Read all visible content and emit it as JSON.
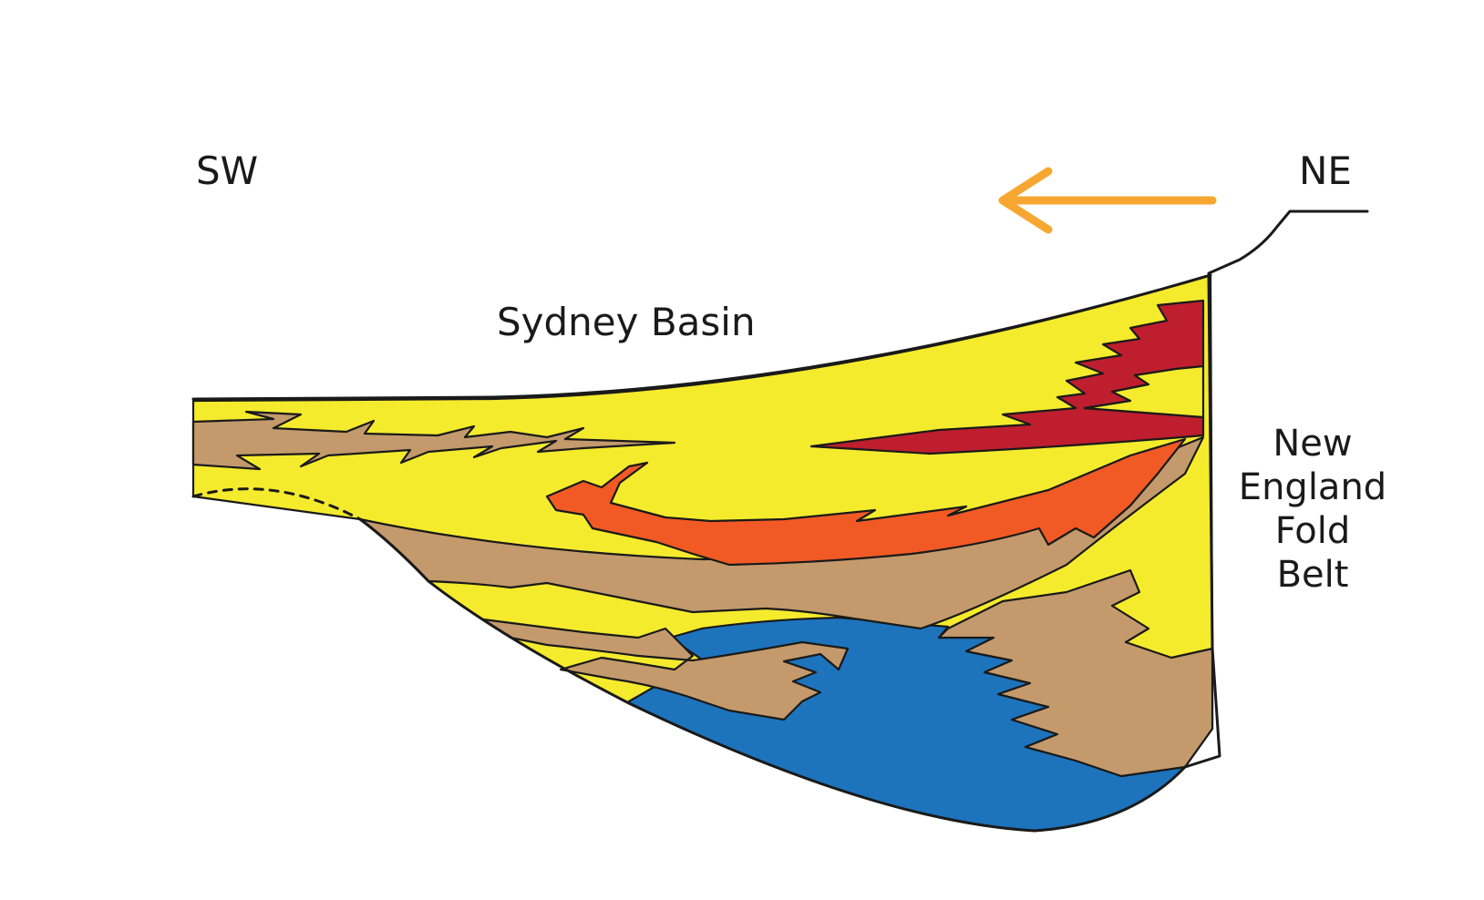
{
  "labels": {
    "sw": "SW",
    "ne": "NE",
    "basin": "Sydney Basin",
    "belt": [
      "New",
      "England",
      "Fold",
      "Belt"
    ]
  },
  "colors": {
    "sandstone_yellow": "#f5eb2d",
    "mudstone_tan": "#c49a6c",
    "marine_blue": "#1d74bd",
    "volcanic_orange": "#f15a24",
    "volcanic_red": "#be1e2d",
    "arrow_orange": "#f7a731",
    "outline": "#1a1a1a"
  },
  "icons": {
    "direction_arrow": "arrow-left-icon"
  }
}
